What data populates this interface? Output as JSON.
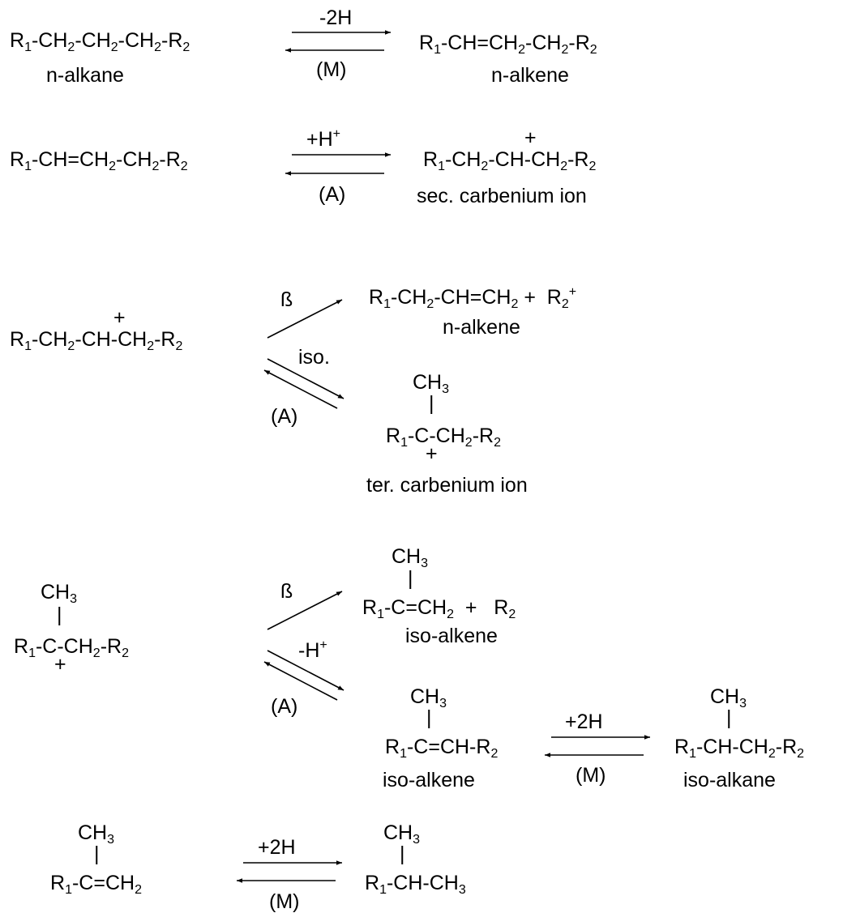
{
  "reactions": [
    {
      "id": "r1",
      "reactant": "R<sub>1</sub>-CH<sub>2</sub>-CH<sub>2</sub>-CH<sub>2</sub>-R<sub>2</sub>",
      "reactant_label": "n-alkane",
      "arrow_top": "-2H",
      "arrow_bottom": "(M)",
      "product": "R<sub>1</sub>-CH=CH<sub>2</sub>-CH<sub>2</sub>-R<sub>2</sub>",
      "product_label": "n-alkene"
    },
    {
      "id": "r2",
      "reactant": "R<sub>1</sub>-CH=CH<sub>2</sub>-CH<sub>2</sub>-R<sub>2</sub>",
      "arrow_top": "+H<sup>+</sup>",
      "arrow_bottom": "(A)",
      "product_charge": "+",
      "product": "R<sub>1</sub>-CH<sub>2</sub>-CH-CH<sub>2</sub>-R<sub>2</sub>",
      "product_label": "sec. carbenium ion"
    },
    {
      "id": "r3",
      "reactant_charge": "+",
      "reactant": "R<sub>1</sub>-CH<sub>2</sub>-CH-CH<sub>2</sub>-R<sub>2</sub>",
      "beta_label": "ß",
      "beta_product": "R<sub>1</sub>-CH<sub>2</sub>-CH=CH<sub>2</sub> +&nbsp; R<sub>2</sub><sup>+</sup>",
      "beta_product_label": "n-alkene",
      "iso_label": "iso.",
      "iso_bottom": "(A)",
      "iso_product_branch": "CH<sub>3</sub>",
      "iso_product_bond": "|",
      "iso_product": "R<sub>1</sub>-C-CH<sub>2</sub>-R<sub>2</sub>",
      "iso_product_charge": "+",
      "iso_product_label": "ter. carbenium ion"
    },
    {
      "id": "r4",
      "reactant_branch": "CH<sub>3</sub>",
      "reactant_bond": "|",
      "reactant": "R<sub>1</sub>-C-CH<sub>2</sub>-R<sub>2</sub>",
      "reactant_charge": "+",
      "beta_label": "ß",
      "beta_product_branch": "CH<sub>3</sub>",
      "beta_product_bond": "|",
      "beta_product": "R<sub>1</sub>-C=CH<sub>2</sub>&nbsp; +&nbsp;&nbsp; R<sub>2</sub>",
      "beta_product_label": "iso-alkene",
      "deprot_top": "-H<sup>+</sup>",
      "deprot_bottom": "(A)",
      "deprot_product_branch": "CH<sub>3</sub>",
      "deprot_product_bond": "|",
      "deprot_product": "R<sub>1</sub>-C=CH-R<sub>2</sub>",
      "deprot_product_label": "iso-alkene",
      "hydro_top": "+2H",
      "hydro_bottom": "(M)",
      "hydro_product_branch": "CH<sub>3</sub>",
      "hydro_product_bond": "|",
      "hydro_product": "R<sub>1</sub>-CH-CH<sub>2</sub>-R<sub>2</sub>",
      "hydro_product_label": "iso-alkane"
    },
    {
      "id": "r5",
      "reactant_branch": "CH<sub>3</sub>",
      "reactant_bond": "|",
      "reactant": "R<sub>1</sub>-C=CH<sub>2</sub>",
      "arrow_top": "+2H",
      "arrow_bottom": "(M)",
      "product_branch": "CH<sub>3</sub>",
      "product_bond": "|",
      "product": "R<sub>1</sub>-CH-CH<sub>3</sub>"
    }
  ]
}
